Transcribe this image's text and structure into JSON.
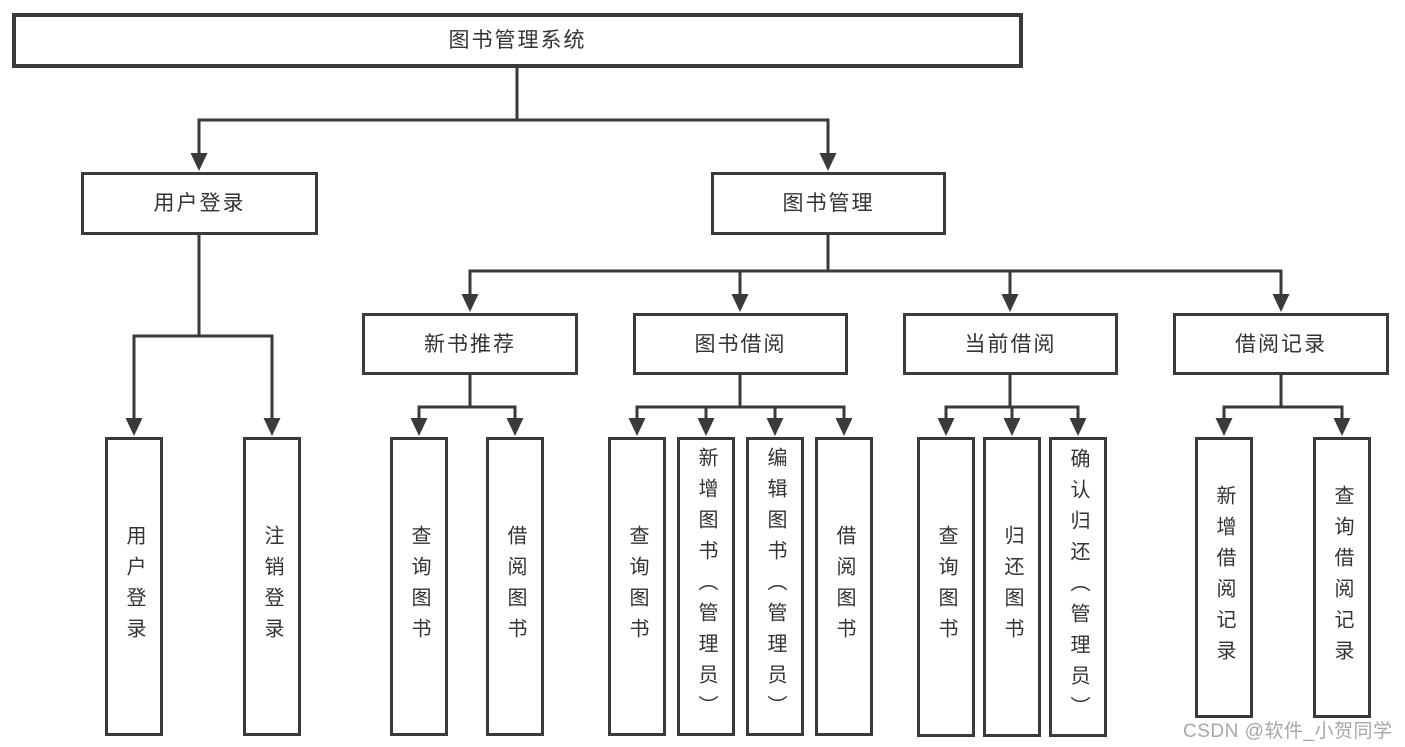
{
  "colors": {
    "line": "#3a3a3a",
    "box_border": "#3a3a3a",
    "text": "#333333",
    "background": "#ffffff",
    "watermark": "#a6a6ae"
  },
  "tree": {
    "root": "图书管理系统",
    "branches": [
      {
        "label": "用户登录",
        "children": [
          "用户登录",
          "注销登录"
        ]
      },
      {
        "label": "图书管理",
        "children": [
          {
            "label": "新书推荐",
            "children": [
              "查询图书",
              "借阅图书"
            ]
          },
          {
            "label": "图书借阅",
            "children": [
              "查询图书",
              "新增图书（管理员）",
              "编辑图书（管理员）",
              "借阅图书"
            ]
          },
          {
            "label": "当前借阅",
            "children": [
              "查询图书",
              "归还图书",
              "确认归还（管理员）"
            ]
          },
          {
            "label": "借阅记录",
            "children": [
              "新增借阅记录",
              "查询借阅记录"
            ]
          }
        ]
      }
    ]
  },
  "watermark": "CSDN @软件_小贺同学"
}
